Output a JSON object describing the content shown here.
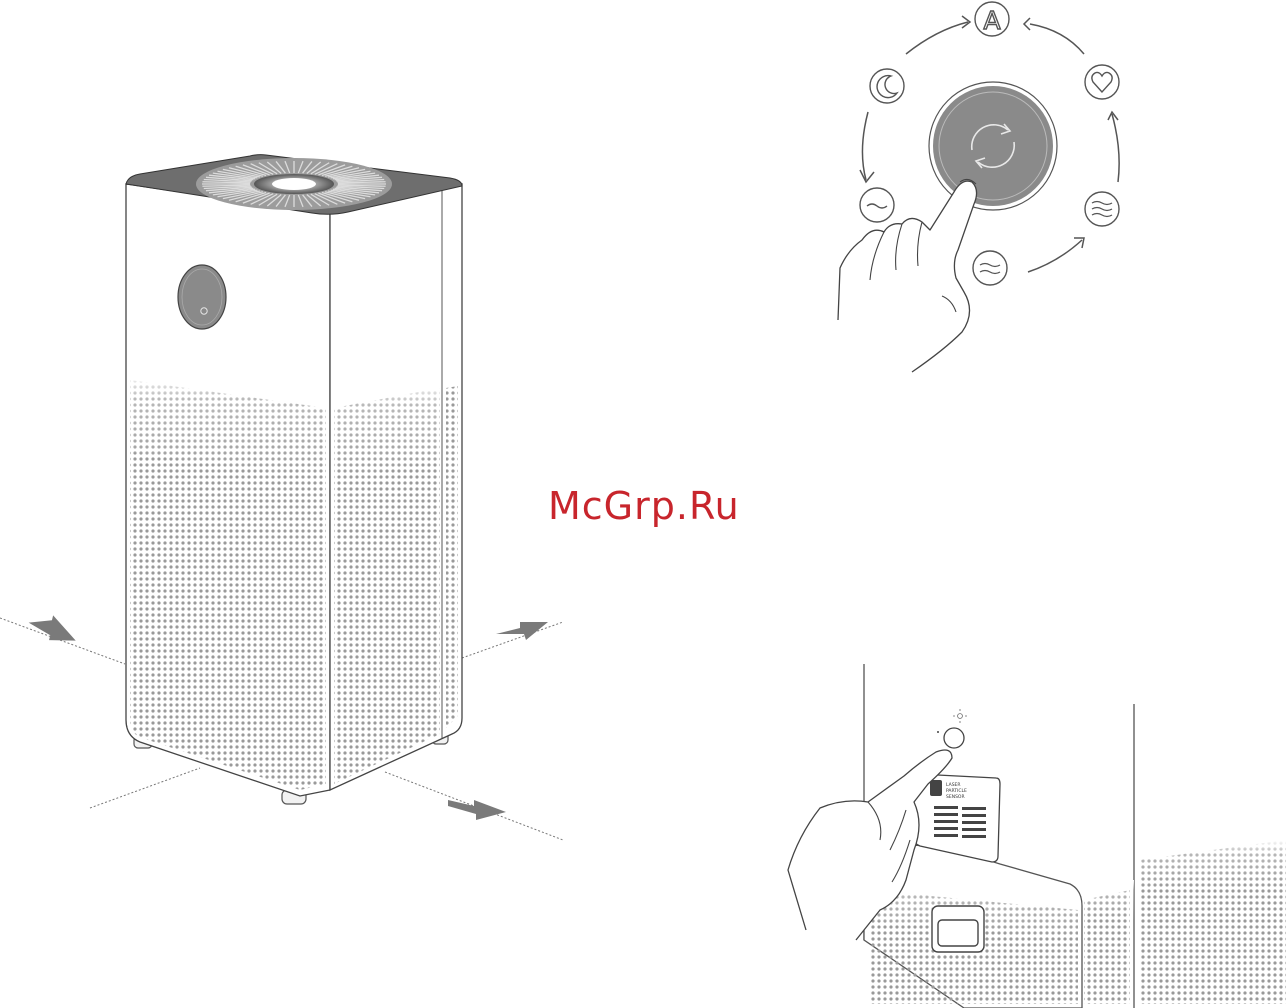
{
  "watermark": {
    "text": "McGrp.Ru",
    "color": "#c8252c"
  },
  "mode_dial": {
    "auto_letter": "A",
    "icons": [
      "auto-icon",
      "favorite-heart-icon",
      "level-high-icon",
      "level-medium-icon",
      "level-low-icon",
      "night-moon-icon"
    ],
    "center_icon": "cycle-arrows-icon"
  },
  "sensor_label": {
    "lines": [
      "LASER",
      "PARTICLE",
      "SENSOR"
    ]
  },
  "colors": {
    "line": "#555555",
    "knob": "#8a8a8a",
    "arrow": "#7a7a7a",
    "dots": "#9a9a9a"
  }
}
